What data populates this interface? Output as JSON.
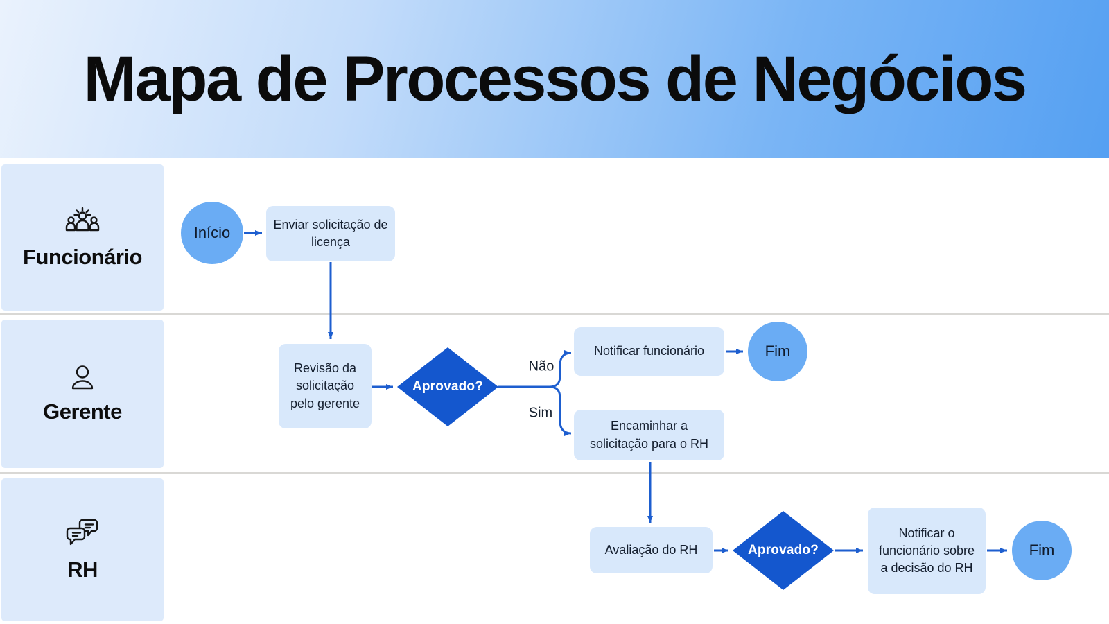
{
  "header": {
    "title": "Mapa de Processos de Negócios"
  },
  "lanes": [
    {
      "label": "Funcionário",
      "icon": "team-icon"
    },
    {
      "label": "Gerente",
      "icon": "person-icon"
    },
    {
      "label": "RH",
      "icon": "chat-bubbles-icon"
    }
  ],
  "flow": {
    "start": "Início",
    "submit_request": "Enviar solicitação de licença",
    "manager_review": "Revisão da solicitação pelo gerente",
    "manager_decision": "Aprovado?",
    "branch_no": "Não",
    "branch_yes": "Sim",
    "notify_employee": "Notificar funcionário",
    "end_manager": "Fim",
    "forward_to_hr": "Encaminhar a solicitação para o RH",
    "hr_evaluation": "Avaliação do RH",
    "hr_decision": "Aprovado?",
    "notify_hr_decision": "Notificar o funcionário sobre a decisão do RH",
    "end_hr": "Fim"
  },
  "colors": {
    "header_gradient_start": "#eaf2fd",
    "header_gradient_end": "#55a0f2",
    "lane_label_bg": "#ddeafb",
    "task_bg": "#d8e8fb",
    "terminal_bg": "#6aacf4",
    "decision_bg": "#1457ce",
    "connector": "#1d5ecf",
    "divider": "#d9d8d5",
    "text_dark": "#141e2e"
  }
}
